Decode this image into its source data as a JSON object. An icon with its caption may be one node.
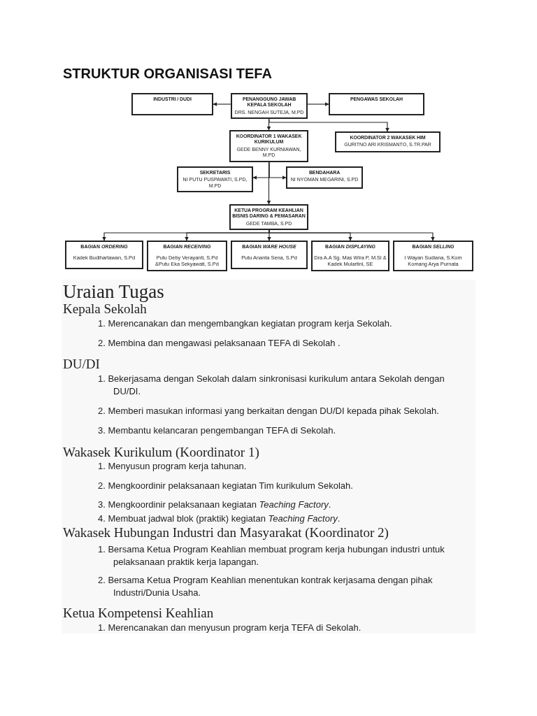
{
  "diagram": {
    "title": "STRUKTUR ORGANISASI TEFA",
    "nodes": [
      {
        "text": [
          "INDUSTRI / DUDI"
        ]
      },
      {
        "text": [
          "PENANGGUNG JAWAB KEPALA SEKOLAH",
          "DRS. NENGAH SUTEJA, M.PD"
        ]
      },
      {
        "text": [
          "PENGAWAS SEKOLAH"
        ]
      },
      {
        "text": [
          "KOORDINATOR 1 WAKASEK KURIKULUM",
          "GEDE BENNY KURNIAWAN, M.PD"
        ]
      },
      {
        "text": [
          "KOORDINATOR 2 WAKASEK HIM",
          "GURITNO ARI KRISMANTO, S.TR.PAR"
        ]
      },
      {
        "text": [
          "SEKRETARIS",
          "NI PUTU PUSPAWATI, S.PD, M.PD"
        ]
      },
      {
        "text": [
          "BENDAHARA",
          "NI NYOMAN MEGARINI, S.PD"
        ]
      },
      {
        "text": [
          "KETUA PROGRAM KEAHLIAN BISNIS DARING & PEMASARAN",
          "GEDE TAMBA, S.PD"
        ]
      },
      {
        "text": [
          "BAGIAN *ORDERING*",
          "Kadek Budihartawan, S.Pd"
        ]
      },
      {
        "text": [
          "BAGIAN *RECEIVING*",
          "Putu Deby Verayanti, S.Pd &Putu Eka Sekyawati, S.Pd"
        ]
      },
      {
        "text": [
          "BAGIAN *WARE HOUSE*",
          "Putu Ananta Sena, S.Pd"
        ]
      },
      {
        "text": [
          "BAGIAN *DISPLAYING*",
          "Dra A.A Sg. Mas Wira P, M.Si & Kadek Mulartini, SE"
        ]
      },
      {
        "text": [
          "BAGIAN *SELLING*",
          "I Wayan Sudiana, S.Kom Komang Arya Purnata"
        ]
      }
    ],
    "edges": [
      {
        "from": 1,
        "to": 0,
        "arrow": "to"
      },
      {
        "from": 1,
        "to": 2,
        "arrow": "to"
      },
      {
        "from": 1,
        "to": 3,
        "arrow": "to"
      },
      {
        "from": 1,
        "to": 4,
        "arrow": "to"
      },
      {
        "from": 3,
        "to": 5,
        "arrow": "to"
      },
      {
        "from": 3,
        "to": 6,
        "arrow": "to"
      },
      {
        "from": 3,
        "to": 7,
        "arrow": "to"
      },
      {
        "from": 7,
        "to": 8,
        "arrow": "to"
      },
      {
        "from": 7,
        "to": 9,
        "arrow": "to"
      },
      {
        "from": 7,
        "to": 10,
        "arrow": "to"
      },
      {
        "from": 7,
        "to": 11,
        "arrow": "to"
      },
      {
        "from": 7,
        "to": 12,
        "arrow": "to"
      }
    ],
    "labels": [
      "Uraian Tugas",
      "Kepala Sekolah",
      "1. Merencanakan dan mengembangkan kegiatan program kerja Sekolah.",
      "2. Membina dan mengawasi pelaksanaan TEFA di Sekolah .",
      "DU/DI",
      "1. Bekerjasama dengan Sekolah dalam sinkronisasi kurikulum antara Sekolah dengan DU/DI.",
      "2. Memberi masukan informasi yang berkaitan dengan DU/DI kepada pihak Sekolah.",
      "3. Membantu kelancaran pengembangan TEFA di Sekolah.",
      "Wakasek Kurikulum (Koordinator 1)",
      "1. Menyusun program kerja tahunan.",
      "2. Mengkoordinir pelaksanaan kegiatan Tim kurikulum Sekolah.",
      "3. Mengkoordinir pelaksanaan kegiatan *Teaching Factory*.",
      "4. Membuat jadwal blok (praktik) kegiatan *Teaching Factory*.",
      "Wakasek Hubungan Industri dan Masyarakat (Koordinator 2)",
      "1. Bersama Ketua Program Keahlian membuat program kerja hubungan industri untuk pelaksanaan praktik kerja lapangan.",
      "2. Bersama Ketua Program Keahlian menentukan kontrak kerjasama dengan pihak Industri/Dunia Usaha.",
      "Ketua Kompetensi Keahlian",
      "1. Merencanakan dan menyusun program kerja TEFA di Sekolah."
    ]
  }
}
